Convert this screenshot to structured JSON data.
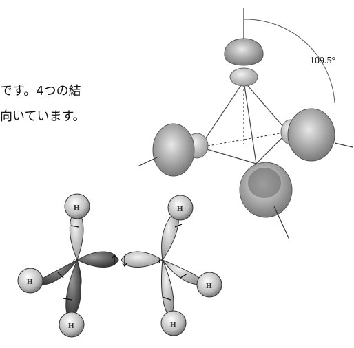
{
  "text": {
    "line1": "です。4つの結",
    "line2": "向いています。"
  },
  "tetrahedral": {
    "angle_label": "109.5°"
  },
  "ethane": {
    "carbon_label": "C",
    "hydrogen_label": "H"
  },
  "colors": {
    "lobe_dark": "#5a5a5a",
    "lobe_light": "#cfcfcf",
    "line": "#222222"
  }
}
